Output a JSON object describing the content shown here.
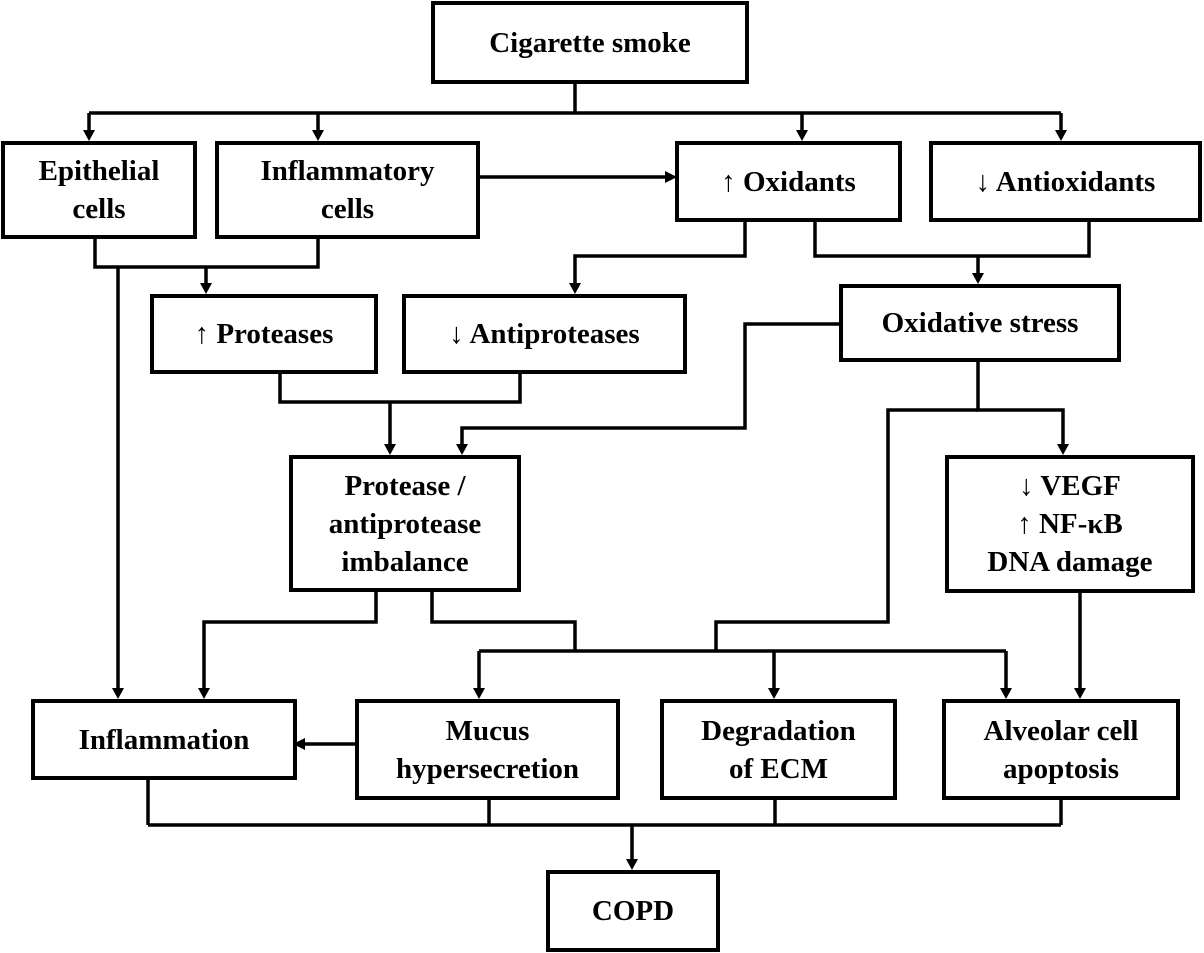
{
  "colors": {
    "stroke": "#000000",
    "background": "#ffffff",
    "text": "#000000"
  },
  "nodes": {
    "cigarette_smoke": [
      "Cigarette smoke"
    ],
    "epithelial_cells": [
      "Epithelial",
      "cells"
    ],
    "inflammatory_cells": [
      "Inflammatory",
      "cells"
    ],
    "oxidants": [
      "↑ Oxidants"
    ],
    "antioxidants": [
      "↓ Antioxidants"
    ],
    "proteases": [
      "↑ Proteases"
    ],
    "antiproteases": [
      "↓ Antiproteases"
    ],
    "oxidative_stress": [
      "Oxidative stress"
    ],
    "imbalance": [
      "Protease /",
      "antiprotease",
      "imbalance"
    ],
    "vegf": [
      "↓ VEGF",
      "↑ NF-κB",
      "DNA damage"
    ],
    "inflammation": [
      "Inflammation"
    ],
    "mucus": [
      "Mucus",
      "hypersecretion"
    ],
    "ecm": [
      "Degradation",
      "of ECM"
    ],
    "apoptosis": [
      "Alveolar cell",
      "apoptosis"
    ],
    "copd": [
      "COPD"
    ]
  }
}
